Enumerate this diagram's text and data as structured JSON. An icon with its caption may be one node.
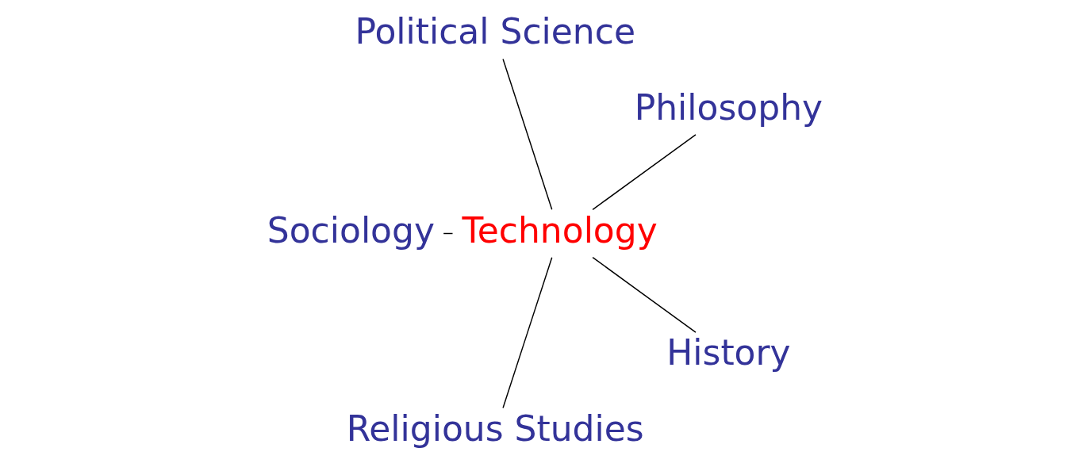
{
  "diagram": {
    "nodes": [
      {
        "text": [
          "Technology"
        ]
      },
      {
        "text": [
          "Philosophy"
        ]
      },
      {
        "text": [
          "Political Science"
        ]
      },
      {
        "text": [
          "Sociology"
        ]
      },
      {
        "text": [
          "Religious Studies"
        ]
      },
      {
        "text": [
          "History"
        ]
      }
    ],
    "edges": [
      {
        "from": 0,
        "to": 1,
        "arrow": "none"
      },
      {
        "from": 0,
        "to": 2,
        "arrow": "none"
      },
      {
        "from": 0,
        "to": 3,
        "arrow": "none"
      },
      {
        "from": 0,
        "to": 4,
        "arrow": "none"
      },
      {
        "from": 0,
        "to": 5,
        "arrow": "none"
      }
    ]
  }
}
